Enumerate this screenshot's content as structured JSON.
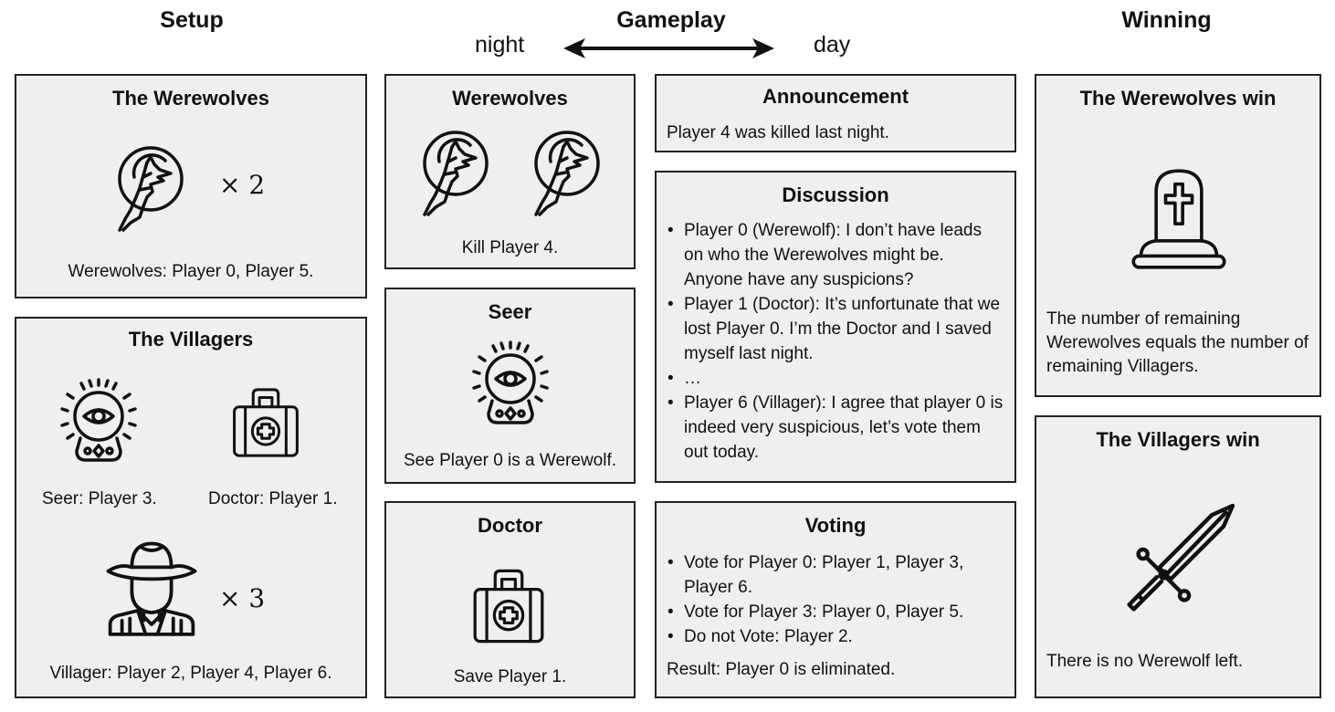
{
  "headers": {
    "setup": "Setup",
    "gameplay": "Gameplay",
    "night": "night",
    "day": "day",
    "winning": "Winning"
  },
  "setup": {
    "werewolves": {
      "title": "The Werewolves",
      "multiplier": "× 2",
      "caption": "Werewolves: Player 0, Player 5."
    },
    "villagers": {
      "title": "The Villagers",
      "seer_caption": "Seer: Player 3.",
      "doctor_caption": "Doctor: Player 1.",
      "multiplier": "× 3",
      "villager_caption": "Villager: Player 2, Player 4, Player 6."
    }
  },
  "night": {
    "werewolves": {
      "title": "Werewolves",
      "action": "Kill Player 4."
    },
    "seer": {
      "title": "Seer",
      "action": "See Player 0 is a Werewolf."
    },
    "doctor": {
      "title": "Doctor",
      "action": "Save Player 1."
    }
  },
  "day": {
    "announcement": {
      "title": "Announcement",
      "text": "Player 4 was killed last night."
    },
    "discussion": {
      "title": "Discussion",
      "items": [
        "Player 0 (Werewolf): I don’t have leads on who the Werewolves might be. Anyone have any suspicions?",
        "Player 1 (Doctor): It’s unfortunate that we lost Player 0. I’m the Doctor and I saved myself last night.",
        "…",
        "Player 6 (Villager): I agree that player 0 is indeed very suspicious, let’s vote them out today."
      ]
    },
    "voting": {
      "title": "Voting",
      "items": [
        "Vote for Player 0: Player 1, Player 3, Player 6.",
        "Vote for Player 3: Player 0, Player 5.",
        "Do not Vote: Player 2."
      ],
      "result": "Result: Player 0 is eliminated."
    }
  },
  "winning": {
    "werewolves": {
      "title": "The Werewolves win",
      "text": "The number of remaining Werewolves equals the number of remaining Villagers."
    },
    "villagers": {
      "title": "The Villagers win",
      "text": "There is no Werewolf left."
    }
  },
  "icons": [
    "wolf-moon-icon",
    "crystal-ball-eye-icon",
    "medical-kit-icon",
    "cowboy-villager-icon",
    "tombstone-cross-icon",
    "sword-icon",
    "double-arrow-icon"
  ]
}
